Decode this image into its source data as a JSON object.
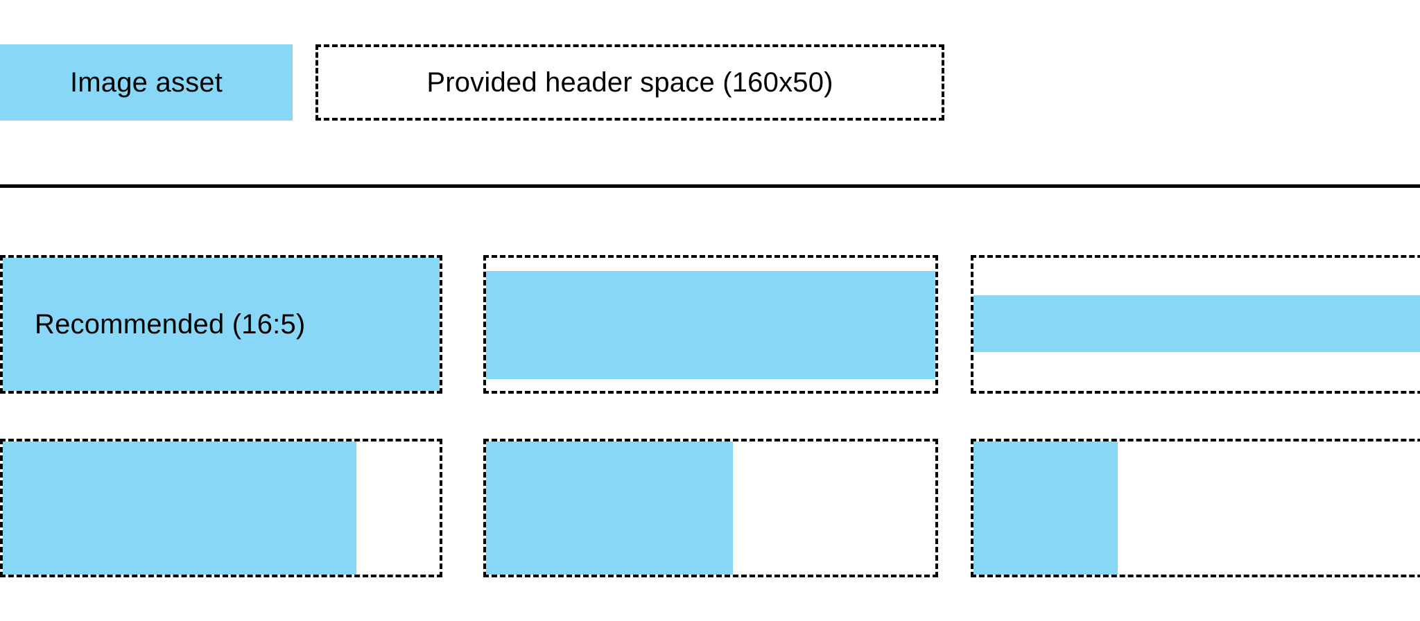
{
  "colors": {
    "asset_blue": "#89d7f7",
    "outline": "#000000",
    "background": "#ffffff"
  },
  "header": {
    "image_asset_label": "Image asset",
    "provided_space_label": "Provided header space (160x50)"
  },
  "grid": {
    "recommended_label": "Recommended (16:5)",
    "rows": [
      {
        "cells": [
          {
            "name": "recommended-16-5",
            "fill_left_pct": 0,
            "fill_top_pct": 0,
            "fill_width_pct": 100,
            "fill_height_pct": 100
          },
          {
            "name": "wide-fill-inset-vertical",
            "fill_left_pct": 0,
            "fill_top_pct": 10,
            "fill_width_pct": 100,
            "fill_height_pct": 81
          },
          {
            "name": "wide-fill-band-centered",
            "fill_left_pct": 0,
            "fill_top_pct": 28,
            "fill_width_pct": 100,
            "fill_height_pct": 43
          }
        ]
      },
      {
        "cells": [
          {
            "name": "partial-fill-wide",
            "fill_left_pct": 0,
            "fill_top_pct": 0,
            "fill_width_pct": 81,
            "fill_height_pct": 100
          },
          {
            "name": "partial-fill-medium",
            "fill_left_pct": 0,
            "fill_top_pct": 0,
            "fill_width_pct": 55,
            "fill_height_pct": 100
          },
          {
            "name": "partial-fill-narrow",
            "fill_left_pct": 0,
            "fill_top_pct": 0,
            "fill_width_pct": 30,
            "fill_height_pct": 100
          }
        ]
      }
    ]
  }
}
